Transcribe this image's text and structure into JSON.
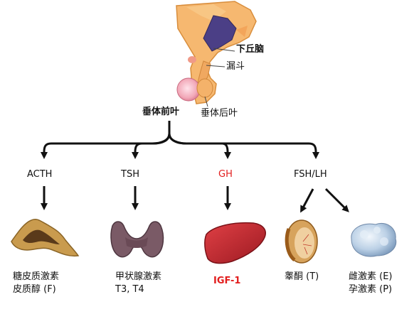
{
  "pituitary": {
    "hypothalamus_label": "下丘脑",
    "infundibulum_label": "漏斗",
    "anterior_label": "垂体前叶",
    "posterior_label": "垂体后叶"
  },
  "hormones": [
    {
      "name": "ACTH",
      "target": "adrenal-gland",
      "products": [
        "糖皮质激素",
        "皮质醇 (F)"
      ]
    },
    {
      "name": "TSH",
      "target": "thyroid-gland",
      "products": [
        "甲状腺激素",
        "T3, T4"
      ]
    },
    {
      "name": "GH",
      "target": "liver",
      "products": [
        "IGF-1"
      ]
    },
    {
      "name": "FSH/LH",
      "target": "testis-and-ovary",
      "products": [
        "睾酮 (T)",
        "雌激素 (E)",
        "孕激素 (P)"
      ]
    }
  ],
  "colors": {
    "highlight_red": "#e21d1d",
    "arrow": "#111111",
    "hypothalamus_fill": "#f4b26a",
    "third_ventricle": "#4b3f86",
    "anterior_pituitary": "#f2a8b8",
    "adrenal": "#c99b4e",
    "thyroid": "#7a5a66",
    "liver": "#c0252d",
    "testis": "#c98a44",
    "ovary": "#a9c3de"
  }
}
